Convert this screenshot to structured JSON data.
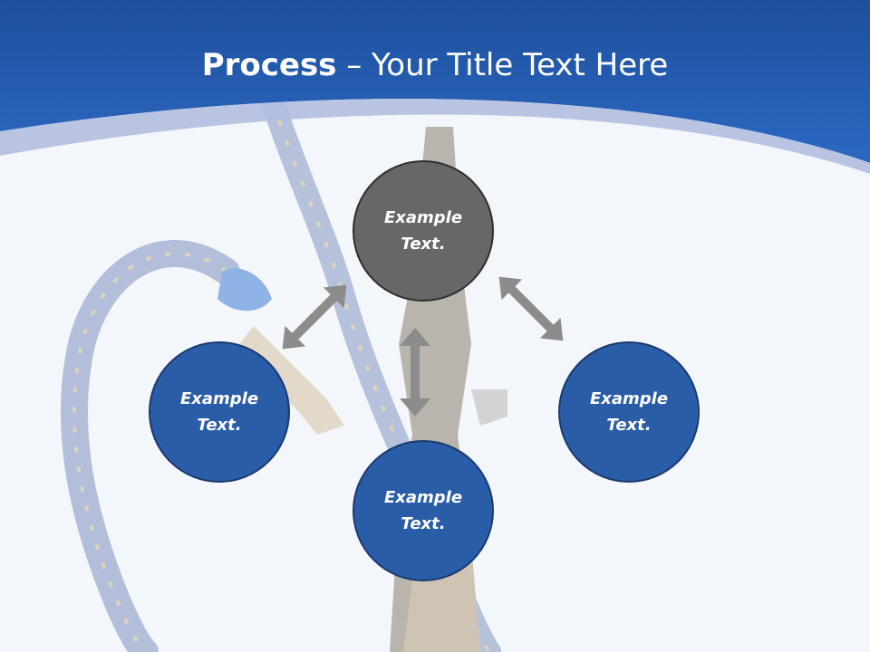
{
  "title": {
    "bold": "Process",
    "rest": " – Your Title Text Here"
  },
  "nodes": [
    {
      "id": "top",
      "line1": "Example",
      "line2": "Text."
    },
    {
      "id": "left",
      "line1": "Example",
      "line2": "Text."
    },
    {
      "id": "right",
      "line1": "Example",
      "line2": "Text."
    },
    {
      "id": "bottom",
      "line1": "Example",
      "line2": "Text."
    }
  ],
  "colors": {
    "header_blue": "#2a62b8",
    "node_blue": "#2a5da8",
    "node_gray": "#676767",
    "arrow_gray": "#8c8c8c"
  }
}
